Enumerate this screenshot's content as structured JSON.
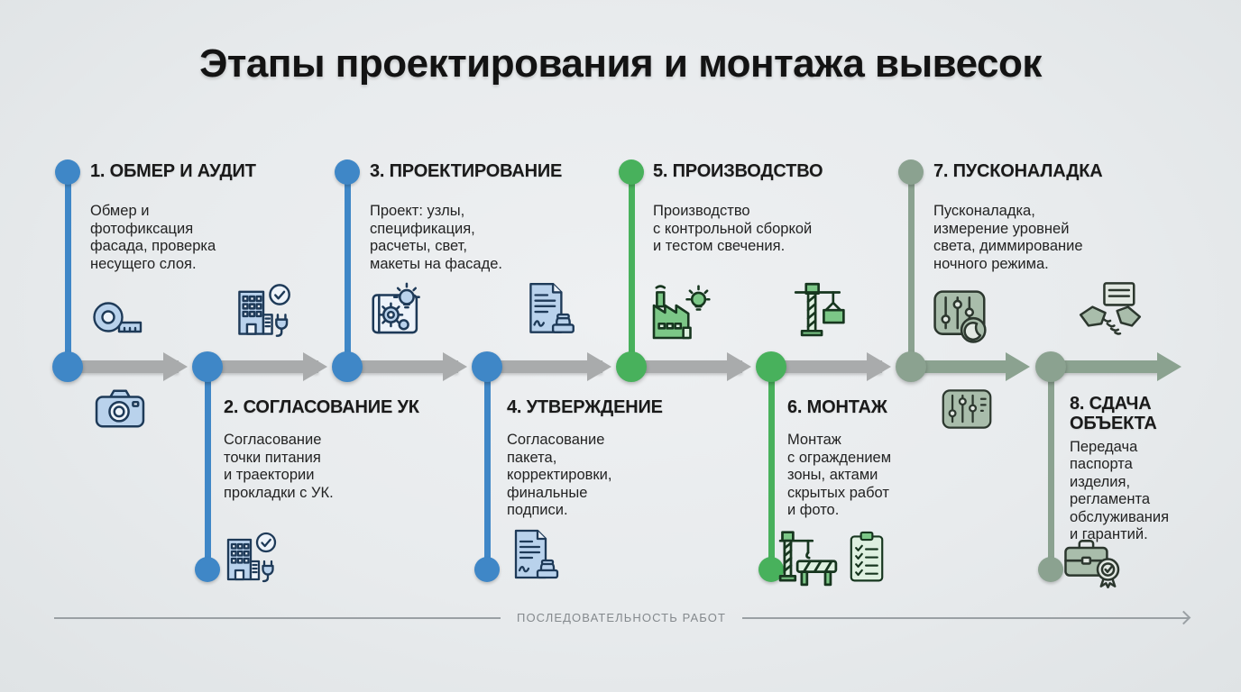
{
  "title": "Этапы проектирования и монтажа вывесок",
  "footer": {
    "label": "ПОСЛЕДОВАТЕЛЬНОСТЬ РАБОТ"
  },
  "colors": {
    "stage_blue": "#3f87c7",
    "stage_green": "#48b15c",
    "stage_sage": "#8ba290",
    "arrow_gray": "#a9abac",
    "background": "#e8ebed",
    "text_dark": "#1a1a1a",
    "footer_text": "#84898d"
  },
  "stages": [
    {
      "id": 1,
      "side": "above",
      "color": "blue",
      "title": "1. ОБМЕР И АУДИТ",
      "description": "Обмер и\nфотофиксация\nфасада, проверка\nнесущего слоя.",
      "icons": [
        "tape-measure-icon",
        "camera-icon"
      ]
    },
    {
      "id": 2,
      "side": "below",
      "color": "blue",
      "title": "2. СОГЛАСОВАНИЕ УК",
      "description": "Согласование\nточки питания\nи траектории\nпрокладки с УК.",
      "icons": [
        "building-approved-icon",
        "building-approved-icon"
      ]
    },
    {
      "id": 3,
      "side": "above",
      "color": "blue",
      "title": "3. ПРОЕКТИРОВАНИЕ",
      "description": "Проект: узлы,\nспецификация,\nрасчеты, свет,\nмакеты на фасаде.",
      "icons": [
        "blueprint-gears-bulb-icon"
      ]
    },
    {
      "id": 4,
      "side": "below",
      "color": "blue",
      "title": "4. УТВЕРЖДЕНИЕ",
      "description": "Согласование\nпакета,\nкорректировки,\nфинальные\nподписи.",
      "icons": [
        "document-stamp-icon",
        "document-stamp-icon"
      ]
    },
    {
      "id": 5,
      "side": "above",
      "color": "green",
      "title": "5. ПРОИЗВОДСТВО",
      "description": "Производство\nс контрольной сборкой\nи тестом свечения.",
      "icons": [
        "factory-bulb-icon"
      ]
    },
    {
      "id": 6,
      "side": "below",
      "color": "green",
      "title": "6. МОНТАЖ",
      "description": "Монтаж\nс ограждением\nзоны, актами\nскрытых работ\nи фото.",
      "icons": [
        "crane-load-icon",
        "crane-barrier-icon",
        "checklist-icon"
      ]
    },
    {
      "id": 7,
      "side": "above",
      "color": "sage",
      "title": "7. ПУСКОНАЛАДКА",
      "description": "Пусконаладка,\nизмерение уровней\nсвета, диммирование\nночного режима.",
      "icons": [
        "sliders-moon-icon",
        "sliders-icon"
      ]
    },
    {
      "id": 8,
      "side": "below",
      "color": "sage",
      "title": "8. СДАЧА\nОБЪЕКТА",
      "description": "Передача\nпаспорта\nизделия,\nрегламента\nобслуживания\nи гарантий.",
      "icons": [
        "handshake-document-icon",
        "briefcase-certificate-icon"
      ]
    }
  ]
}
